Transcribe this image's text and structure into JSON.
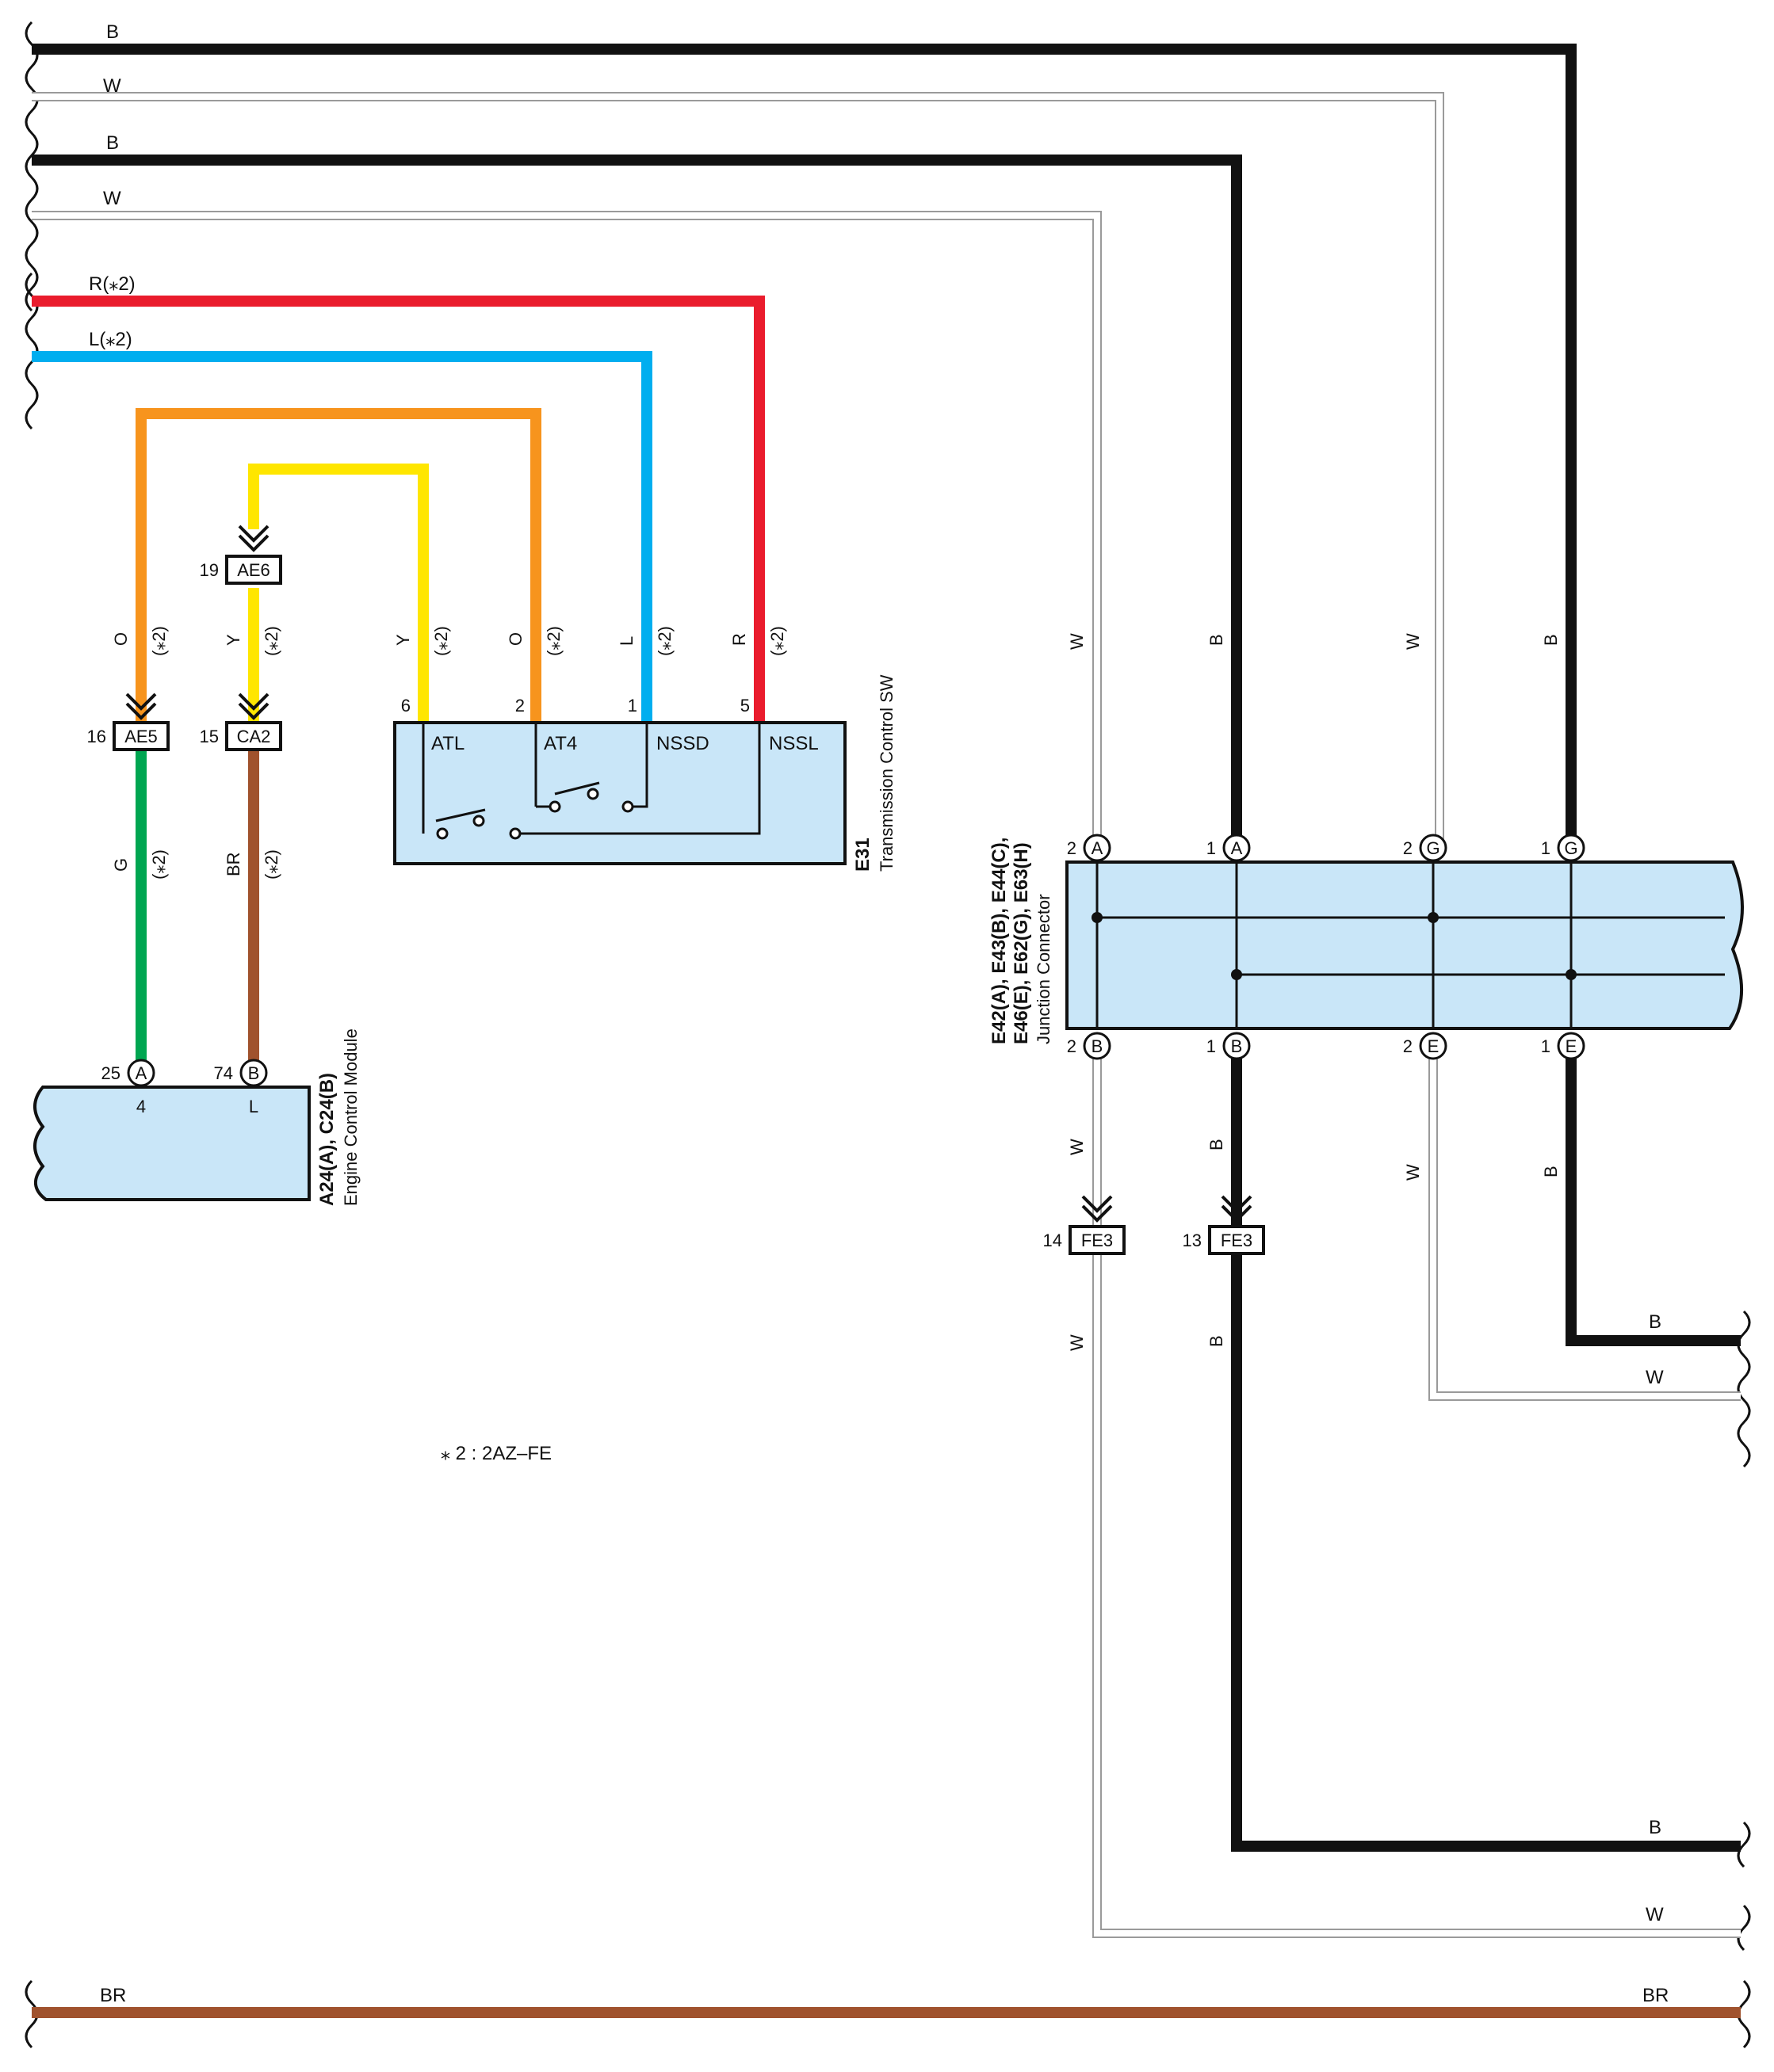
{
  "colors": {
    "black": "#111111",
    "white_wire": "#9a9a9a",
    "red": "#ea1c2d",
    "blue": "#00aeef",
    "orange": "#f7941d",
    "yellow": "#ffe600",
    "green": "#00a651",
    "brown": "#a0522d",
    "component_fill": "#c9e6f8"
  },
  "wires": {
    "top_b1": "B",
    "top_w1": "W",
    "top_b2": "B",
    "top_w2": "W",
    "r2": "R(⁎2)",
    "l2": "L(⁎2)",
    "bottom_br_left": "BR",
    "bottom_br_right": "BR",
    "right_b_upper": "B",
    "right_w_upper": "W",
    "right_b_lower": "B",
    "right_w_lower": "W"
  },
  "vertical_labels": {
    "o_left": "O",
    "o_left_note": "(⁎2)",
    "y_left": "Y",
    "y_left_note": "(⁎2)",
    "y_mid": "Y",
    "y_mid_note": "(⁎2)",
    "o_mid": "O",
    "o_mid_note": "(⁎2)",
    "l_mid": "L",
    "l_mid_note": "(⁎2)",
    "r_mid": "R",
    "r_mid_note": "(⁎2)",
    "g": "G",
    "g_note": "(⁎2)",
    "br": "BR",
    "br_note": "(⁎2)",
    "jw_top_a": "W",
    "jb_top_a": "B",
    "jw_top_g": "W",
    "jb_top_g": "B",
    "jw_bot_b": "W",
    "jb_bot_b": "B",
    "jw_bot_e": "W",
    "jb_bot_e": "B",
    "fe3_w": "W",
    "fe3_b": "B"
  },
  "connectors": {
    "ae6": {
      "name": "AE6",
      "pin": "19"
    },
    "ae5": {
      "name": "AE5",
      "pin": "16"
    },
    "ca2": {
      "name": "CA2",
      "pin": "15"
    },
    "fe3_left": {
      "name": "FE3",
      "pin": "14"
    },
    "fe3_right": {
      "name": "FE3",
      "pin": "13"
    }
  },
  "transmission_sw": {
    "code": "E31",
    "name": "Transmission Control SW",
    "terminals": [
      {
        "pin": "6",
        "label": "ATL"
      },
      {
        "pin": "2",
        "label": "AT4"
      },
      {
        "pin": "1",
        "label": "NSSD"
      },
      {
        "pin": "5",
        "label": "NSSL"
      }
    ]
  },
  "ecm": {
    "code": "A24(A), C24(B)",
    "name": "Engine Control Module",
    "pins": [
      {
        "num": "25",
        "letter": "A",
        "inner": "4"
      },
      {
        "num": "74",
        "letter": "B",
        "inner": "L"
      }
    ]
  },
  "junction": {
    "code_line1": "E42(A), E43(B), E44(C),",
    "code_line2": "E46(E), E62(G), E63(H)",
    "name": "Junction Connector",
    "top_pins": [
      {
        "num": "2",
        "letter": "A"
      },
      {
        "num": "1",
        "letter": "A"
      },
      {
        "num": "2",
        "letter": "G"
      },
      {
        "num": "1",
        "letter": "G"
      }
    ],
    "bottom_pins": [
      {
        "num": "2",
        "letter": "B"
      },
      {
        "num": "1",
        "letter": "B"
      },
      {
        "num": "2",
        "letter": "E"
      },
      {
        "num": "1",
        "letter": "E"
      }
    ]
  },
  "note": "⁎ 2 : 2AZ–FE"
}
